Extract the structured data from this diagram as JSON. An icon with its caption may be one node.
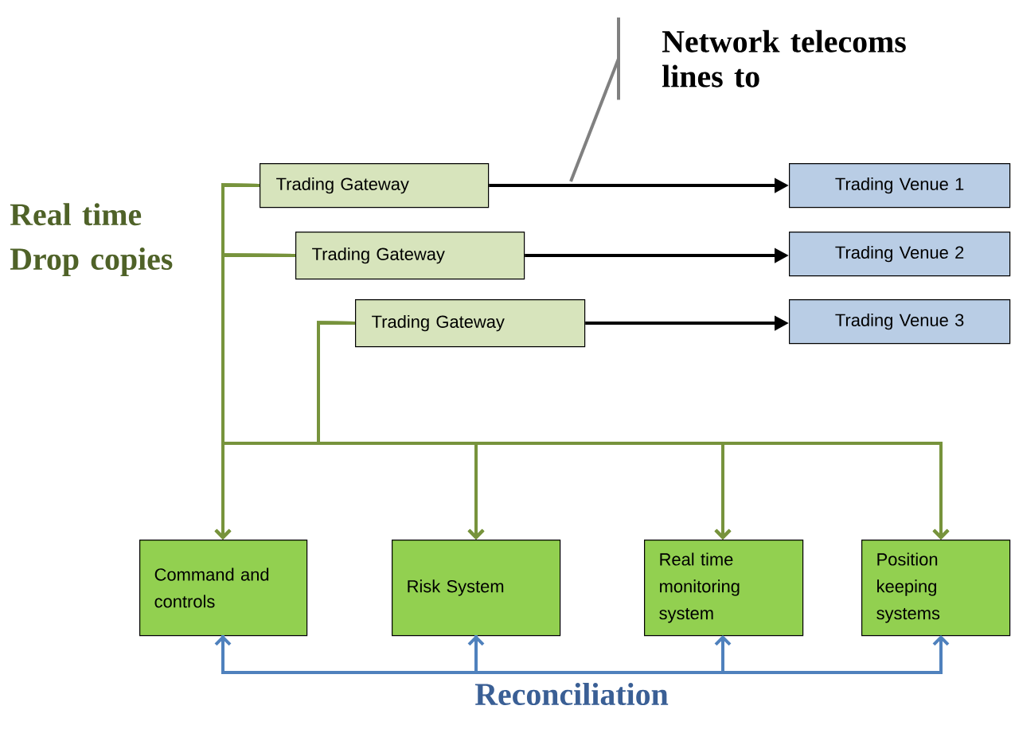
{
  "diagram": {
    "nodes": [
      {
        "text": [
          "Network telecoms lines to"
        ]
      },
      {
        "text": [
          "Trading Gateway"
        ]
      },
      {
        "text": [
          "Trading Gateway"
        ]
      },
      {
        "text": [
          "Trading Gateway"
        ]
      },
      {
        "text": [
          "Trading Venue 1"
        ]
      },
      {
        "text": [
          "Trading Venue 2"
        ]
      },
      {
        "text": [
          "Trading Venue 3"
        ]
      },
      {
        "text": [
          "Command and controls"
        ]
      },
      {
        "text": [
          "Risk System"
        ]
      },
      {
        "text": [
          "Real time monitoring system"
        ]
      },
      {
        "text": [
          "Position keeping systems"
        ]
      }
    ],
    "edges": [
      {
        "from": 1,
        "to": 4,
        "arrow": "to",
        "color": "#000000"
      },
      {
        "from": 2,
        "to": 5,
        "arrow": "to",
        "color": "#000000"
      },
      {
        "from": 3,
        "to": 6,
        "arrow": "to",
        "color": "#000000"
      },
      {
        "from": 0,
        "to": null,
        "arrow": "none",
        "color": "#808080"
      },
      {
        "from": 1,
        "to": 7,
        "arrow": "to"
      },
      {
        "from": 1,
        "to": 8,
        "arrow": "to"
      },
      {
        "from": 1,
        "to": 9,
        "arrow": "to"
      },
      {
        "from": 1,
        "to": 10,
        "arrow": "to"
      },
      {
        "from": 2,
        "to": 7,
        "arrow": "to"
      },
      {
        "from": 2,
        "to": 8,
        "arrow": "to"
      },
      {
        "from": 2,
        "to": 9,
        "arrow": "to"
      },
      {
        "from": 2,
        "to": 10,
        "arrow": "to"
      },
      {
        "from": 3,
        "to": 7,
        "arrow": "to"
      },
      {
        "from": 3,
        "to": 8,
        "arrow": "to"
      },
      {
        "from": 3,
        "to": 9,
        "arrow": "to"
      },
      {
        "from": 3,
        "to": 10,
        "arrow": "to"
      },
      {
        "from": 8,
        "to": 7,
        "arrow": "to",
        "color": "#4f81bd"
      },
      {
        "from": 7,
        "to": 8,
        "arrow": "to",
        "color": "#4f81bd"
      },
      {
        "from": 7,
        "to": 9,
        "arrow": "to",
        "color": "#4f81bd"
      },
      {
        "from": 7,
        "to": 10,
        "arrow": "to",
        "color": "#4f81bd"
      }
    ],
    "labels": [
      "Real time Drop copies",
      "Reconciliation"
    ]
  }
}
